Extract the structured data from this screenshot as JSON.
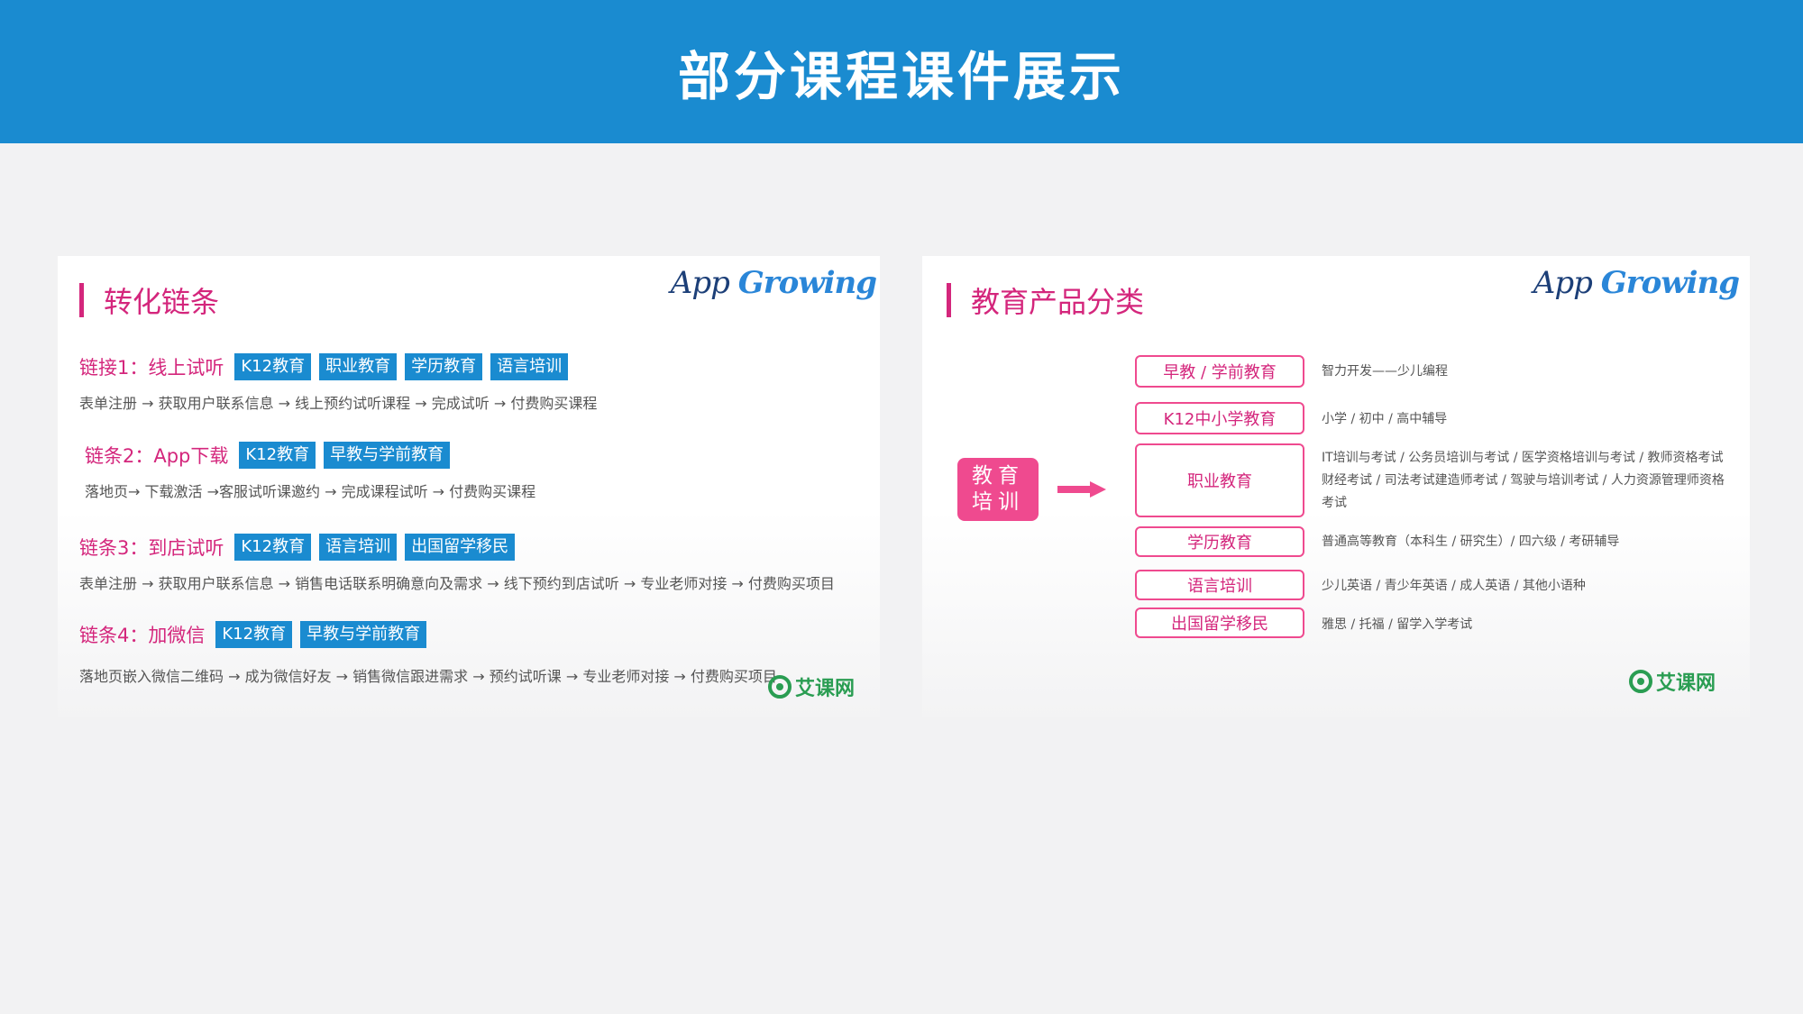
{
  "header": {
    "title": "部分课程课件展示"
  },
  "left_card": {
    "title": "转化链条",
    "logo_app": "App",
    "logo_growing": "Growing",
    "logo_aike": "艾课网",
    "chains": [
      {
        "label": "链接1：线上试听",
        "tags": [
          "K12教育",
          "职业教育",
          "学历教育",
          "语言培训"
        ],
        "flow": "表单注册 → 获取用户联系信息 → 线上预约试听课程 → 完成试听 → 付费购买课程"
      },
      {
        "label": "链条2：App下载",
        "tags": [
          "K12教育",
          "早教与学前教育"
        ],
        "flow": "落地页→ 下载激活 →客服试听课邀约 → 完成课程试听 → 付费购买课程"
      },
      {
        "label": "链条3：到店试听",
        "tags": [
          "K12教育",
          "语言培训",
          "出国留学移民"
        ],
        "flow": "表单注册 → 获取用户联系信息 → 销售电话联系明确意向及需求 → 线下预约到店试听 → 专业老师对接 → 付费购买项目"
      },
      {
        "label": "链条4：加微信",
        "tags": [
          "K12教育",
          "早教与学前教育"
        ],
        "flow": "落地页嵌入微信二维码 → 成为微信好友 → 销售微信跟进需求 → 预约试听课 → 专业老师对接 → 付费购买项目"
      }
    ]
  },
  "right_card": {
    "title": "教育产品分类",
    "logo_app": "App",
    "logo_growing": "Growing",
    "logo_aike": "艾课网",
    "root_line1": "教育",
    "root_line2": "培训",
    "categories": [
      {
        "name": "早教 / 学前教育",
        "desc": "智力开发——少儿编程"
      },
      {
        "name": "K12中小学教育",
        "desc": "小学 / 初中 / 高中辅导"
      },
      {
        "name": "职业教育",
        "desc": "IT培训与考试 / 公务员培训与考试 / 医学资格培训与考试 / 教师资格考试财经考试 / 司法考试建造师考试 / 驾驶与培训考试 / 人力资源管理师资格考试"
      },
      {
        "name": "学历教育",
        "desc": "普通高等教育（本科生 / 研究生）/ 四六级 / 考研辅导"
      },
      {
        "name": "语言培训",
        "desc": "少儿英语 / 青少年英语 / 成人英语 / 其他小语种"
      },
      {
        "name": "出国留学移民",
        "desc": "雅思 / 托福 / 留学入学考试"
      }
    ]
  },
  "colors": {
    "header_bg": "#1a8bd0",
    "accent_pink": "#d4267c",
    "tag_blue": "#1a8bd0",
    "box_pink": "#ef4a8f",
    "logo_green": "#2a9d52"
  }
}
